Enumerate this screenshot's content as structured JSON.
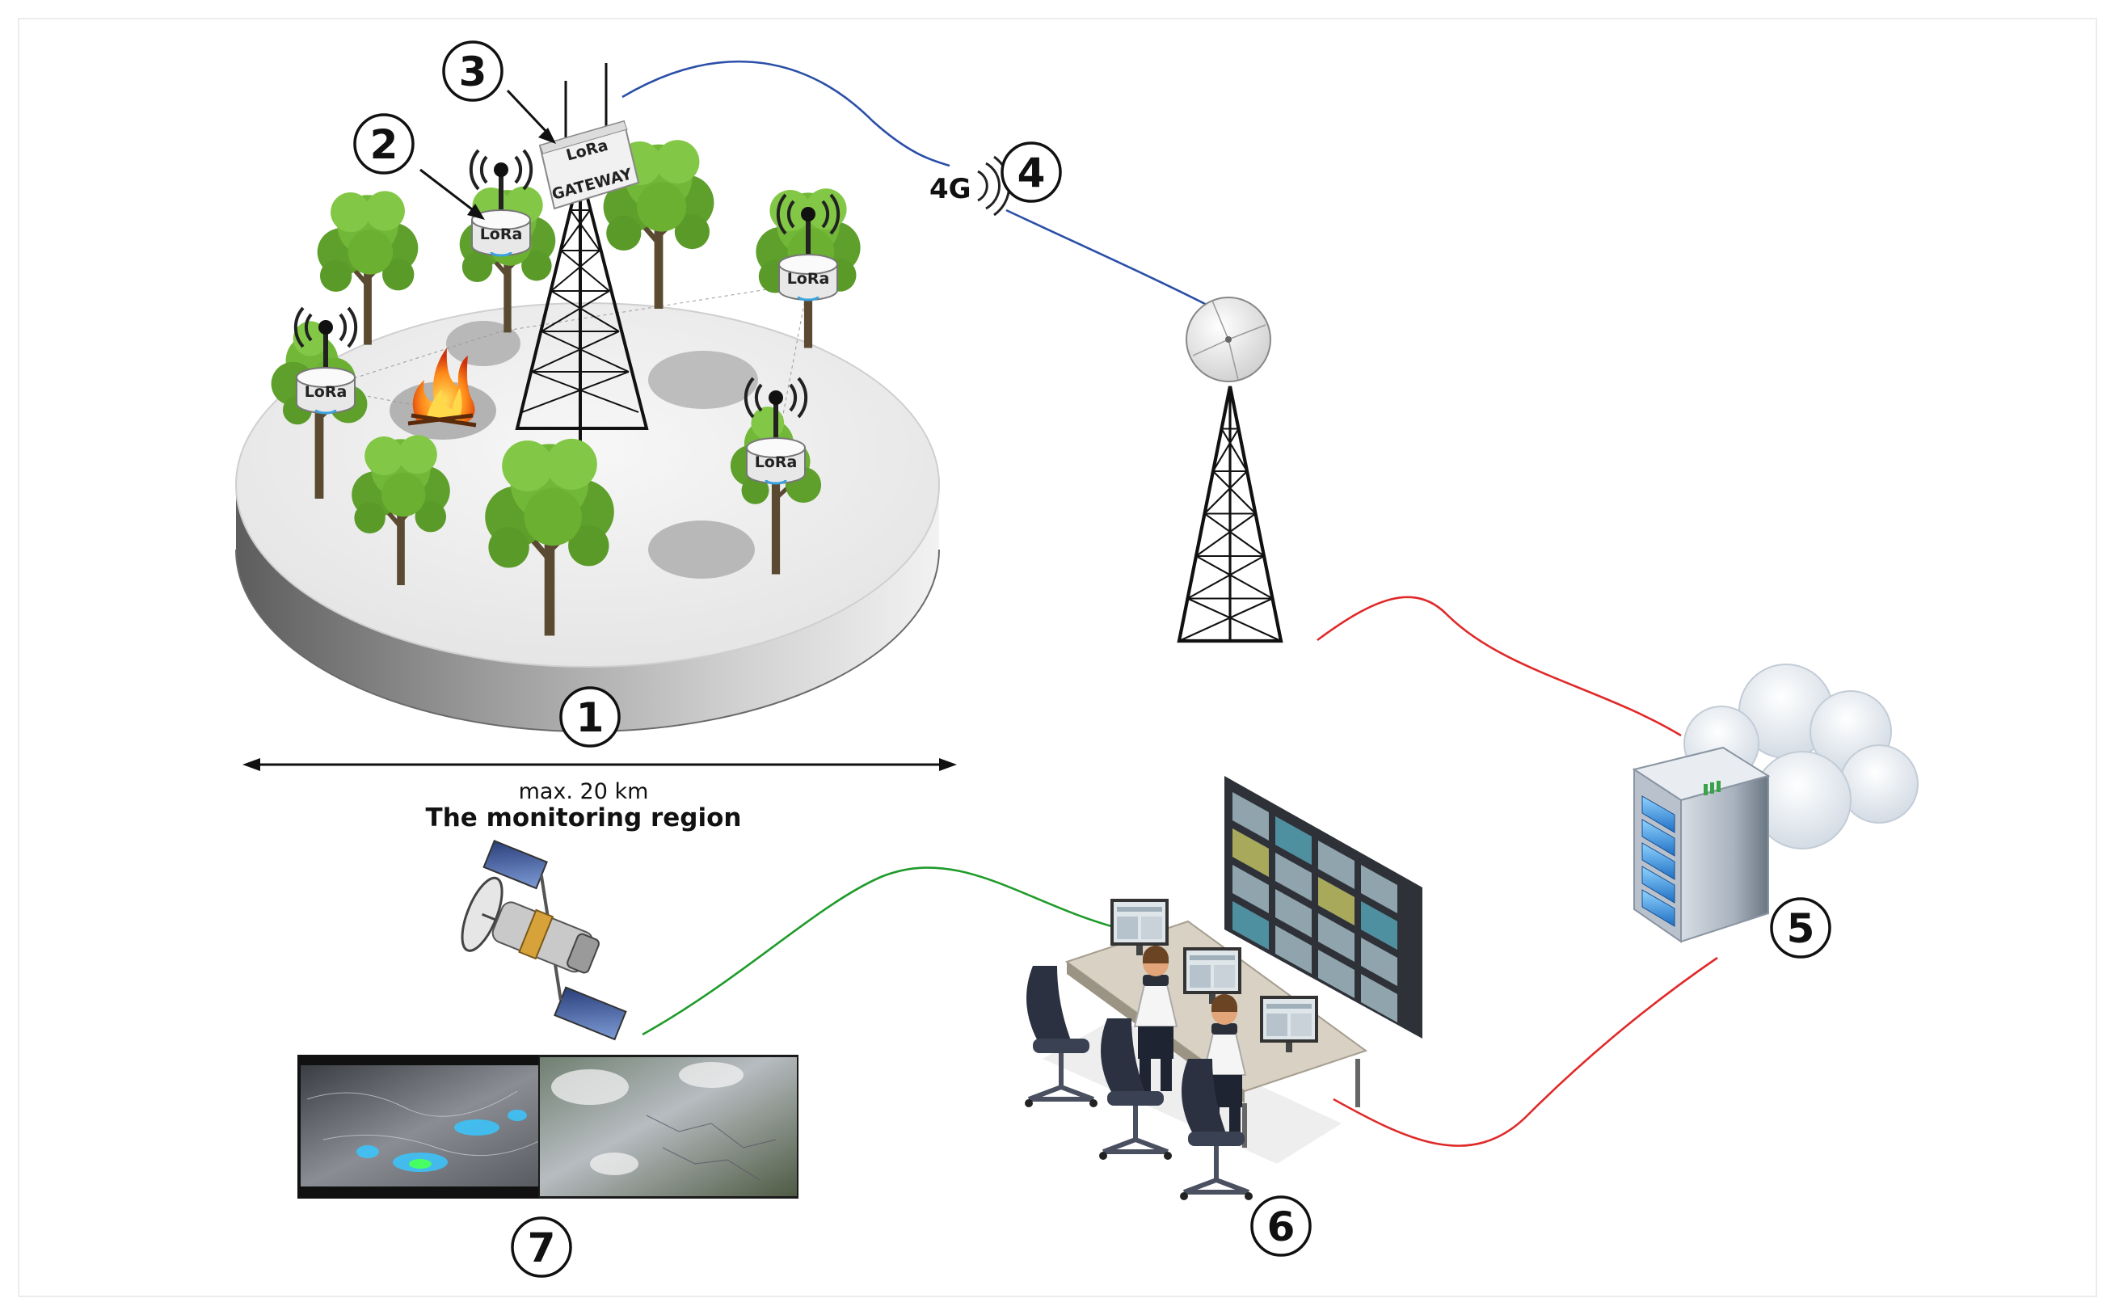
{
  "labels": {
    "distance": "max. 20 km",
    "region": "The monitoring region",
    "network": "4G",
    "node": "LoRa",
    "gateway_top": "LoRa",
    "gateway_bottom": "GATEWAY"
  },
  "markers": [
    "1",
    "2",
    "3",
    "4",
    "5",
    "6",
    "7"
  ],
  "colors": {
    "link_4g": "#2b4fa8",
    "link_wired": "#e02a2a",
    "link_satellite": "#1f9b2a",
    "tree_green": "#6ab82f",
    "trunk": "#5a4a32",
    "disk_top": "#ececec"
  },
  "icons": [
    "lora-node-icon",
    "gateway-icon",
    "tower-icon",
    "dish-icon",
    "server-icon",
    "cloud-icon",
    "satellite-icon",
    "fire-icon",
    "control-room-icon"
  ]
}
